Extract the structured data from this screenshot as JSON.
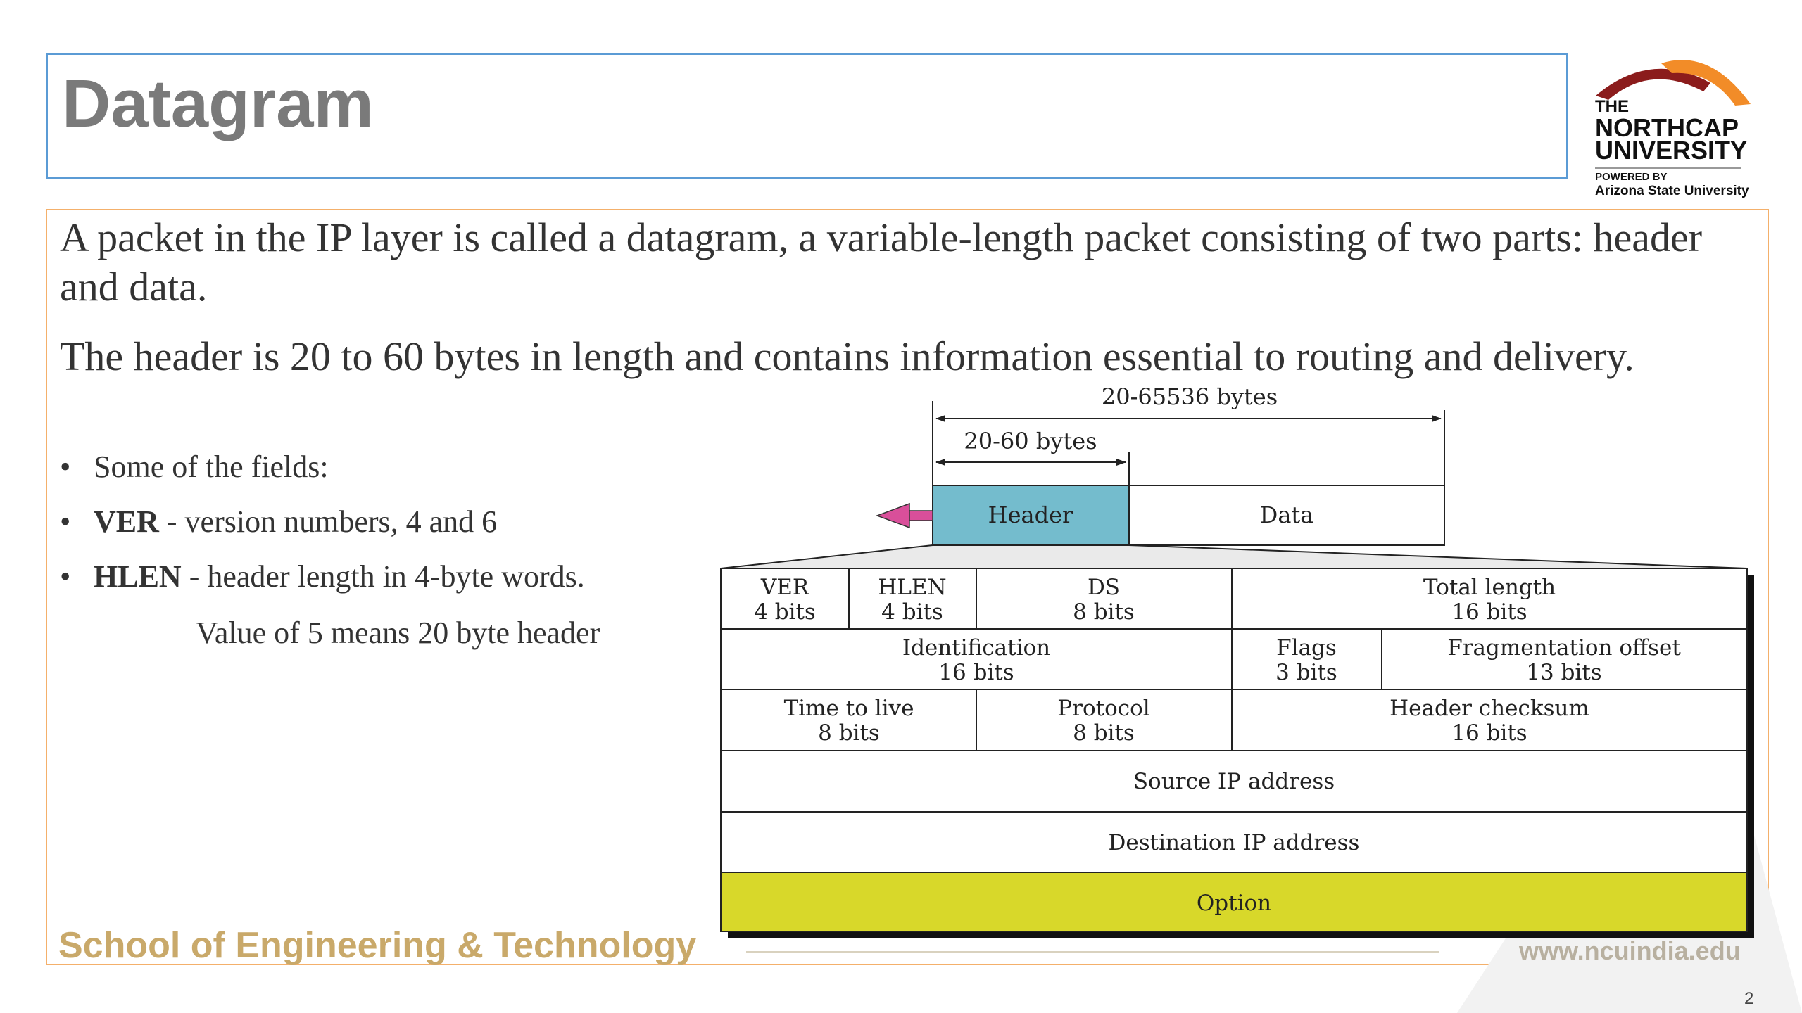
{
  "slide": {
    "title": "Datagram",
    "logo": {
      "line1": "THE",
      "line2": "NORTHCAP",
      "line3": "UNIVERSITY",
      "line4": "POWERED BY",
      "line5": "Arizona State University"
    },
    "paragraphs": [
      "A packet in the IP layer is called a datagram,  a variable-length packet consisting of two parts: header and data.",
      "The header is 20 to 60 bytes in length and contains information essential to routing and delivery."
    ],
    "bullets": {
      "b1": "Some of the fields:",
      "b2_bold": "VER",
      "b2_rest": " - version numbers, 4 and 6",
      "b3_bold": "HLEN",
      "b3_rest": " - header length in 4-byte words.",
      "b3_sub": "Value of 5 means 20 byte header"
    },
    "bullet_char": "•",
    "footer": {
      "school": "School of Engineering & Technology",
      "url": "www.ncuindia.edu",
      "page": "2"
    }
  },
  "diagram": {
    "total_size_label": "20-65536 bytes",
    "header_size_label": "20-60 bytes",
    "header_label": "Header",
    "data_label": "Data",
    "fields": {
      "ver": {
        "name": "VER",
        "bits": "4 bits"
      },
      "hlen": {
        "name": "HLEN",
        "bits": "4 bits"
      },
      "ds": {
        "name": "DS",
        "bits": "8 bits"
      },
      "total_length": {
        "name": "Total length",
        "bits": "16 bits"
      },
      "identification": {
        "name": "Identification",
        "bits": "16 bits"
      },
      "flags": {
        "name": "Flags",
        "bits": "3 bits"
      },
      "frag_offset": {
        "name": "Fragmentation offset",
        "bits": "13 bits"
      },
      "ttl": {
        "name": "Time to live",
        "bits": "8 bits"
      },
      "protocol": {
        "name": "Protocol",
        "bits": "8 bits"
      },
      "checksum": {
        "name": "Header checksum",
        "bits": "16 bits"
      },
      "source": {
        "name": "Source IP address"
      },
      "destination": {
        "name": "Destination IP address"
      },
      "option": {
        "name": "Option"
      }
    },
    "colors": {
      "header_fill": "#74bccd",
      "option_fill": "#d8d82a",
      "arrow_fill": "#d94f9a",
      "logo_maroon": "#8b1c1c",
      "logo_orange": "#f28c28"
    }
  }
}
